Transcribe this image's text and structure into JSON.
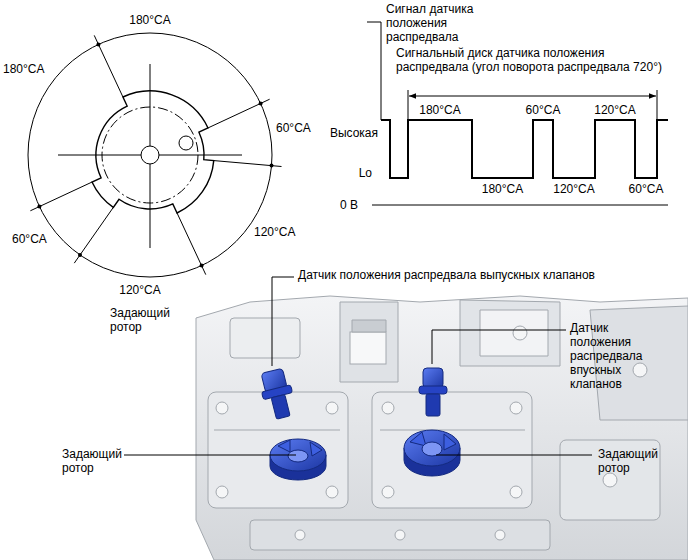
{
  "diagram": {
    "labels": [
      "180°CA",
      "180°CA",
      "60°CA",
      "60°CA",
      "120°CA",
      "120°CA",
      "Задающий ротор",
      "Сигнал датчика положения распредвала",
      "Сигнальный диск датчика положения распредвала (угол поворота распредвала 720°)",
      "Высокая",
      "Lo",
      "0 В",
      "180°CA",
      "60°CA",
      "120°CA",
      "180°CA",
      "120°CA",
      "60°CA",
      "Датчик положения распредвала выпускных клапанов",
      "Датчик положения распредвала впускных клапанов",
      "Задающий ротор",
      "Задающий ротор"
    ]
  }
}
